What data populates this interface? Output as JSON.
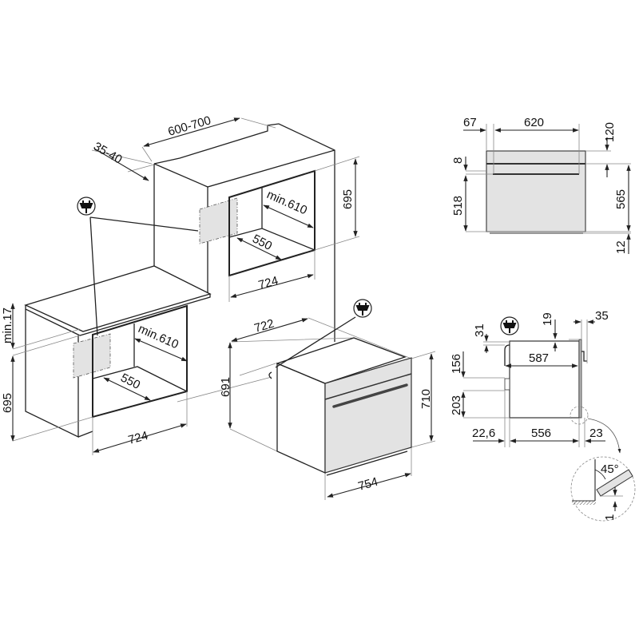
{
  "title": "Built-in oven installation dimensions",
  "colors": {
    "line": "#222222",
    "panel": "#e3e3e3",
    "guide": "#888888"
  },
  "icons": [
    "plug-icon"
  ],
  "column_install": {
    "depth_range": "600-700",
    "counter_gap": "35-40",
    "height": "695",
    "depth_min": "min.610",
    "floor_depth": "550",
    "width": "724"
  },
  "under_counter_install": {
    "min_gap": "min.17",
    "height": "695",
    "depth_min": "min.610",
    "floor_depth": "550",
    "width": "724"
  },
  "oven_3d": {
    "depth": "722",
    "height_body": "691",
    "height_front": "710",
    "width_front": "754"
  },
  "front_view": {
    "left_offset": "67",
    "inner_width": "620",
    "top_panel": "120",
    "gap": "8",
    "door_height": "518",
    "body_height": "565",
    "bottom": "12"
  },
  "side_view": {
    "cable_offset": "31",
    "top_offset": "19",
    "door_depth": "35",
    "body_depth": "587",
    "upper": "156",
    "lower": "203",
    "rear": "22,6",
    "depth": "556",
    "front": "23"
  },
  "detail": {
    "angle": "45°",
    "clearance": "1"
  }
}
